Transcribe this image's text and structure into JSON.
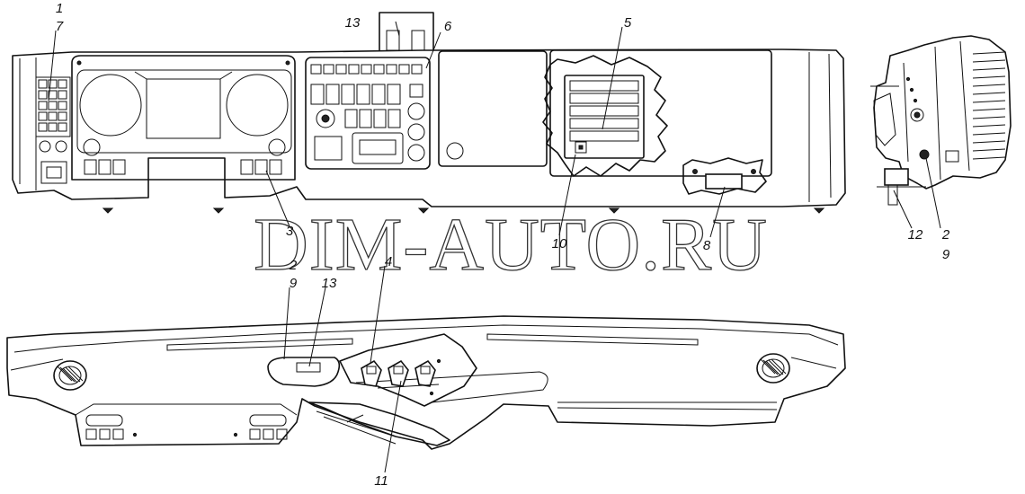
{
  "watermark": "DIM-AUTO.RU",
  "callouts": {
    "top_1": "1",
    "top_7": "7",
    "top_13": "13",
    "top_6": "6",
    "top_5": "5",
    "top_3": "3",
    "top_10": "10",
    "top_8": "8",
    "side_12": "12",
    "side_2": "2",
    "side_9": "9",
    "bot_2": "2",
    "bot_9": "9",
    "bot_13": "13",
    "bot_4": "4",
    "bot_11": "11"
  }
}
